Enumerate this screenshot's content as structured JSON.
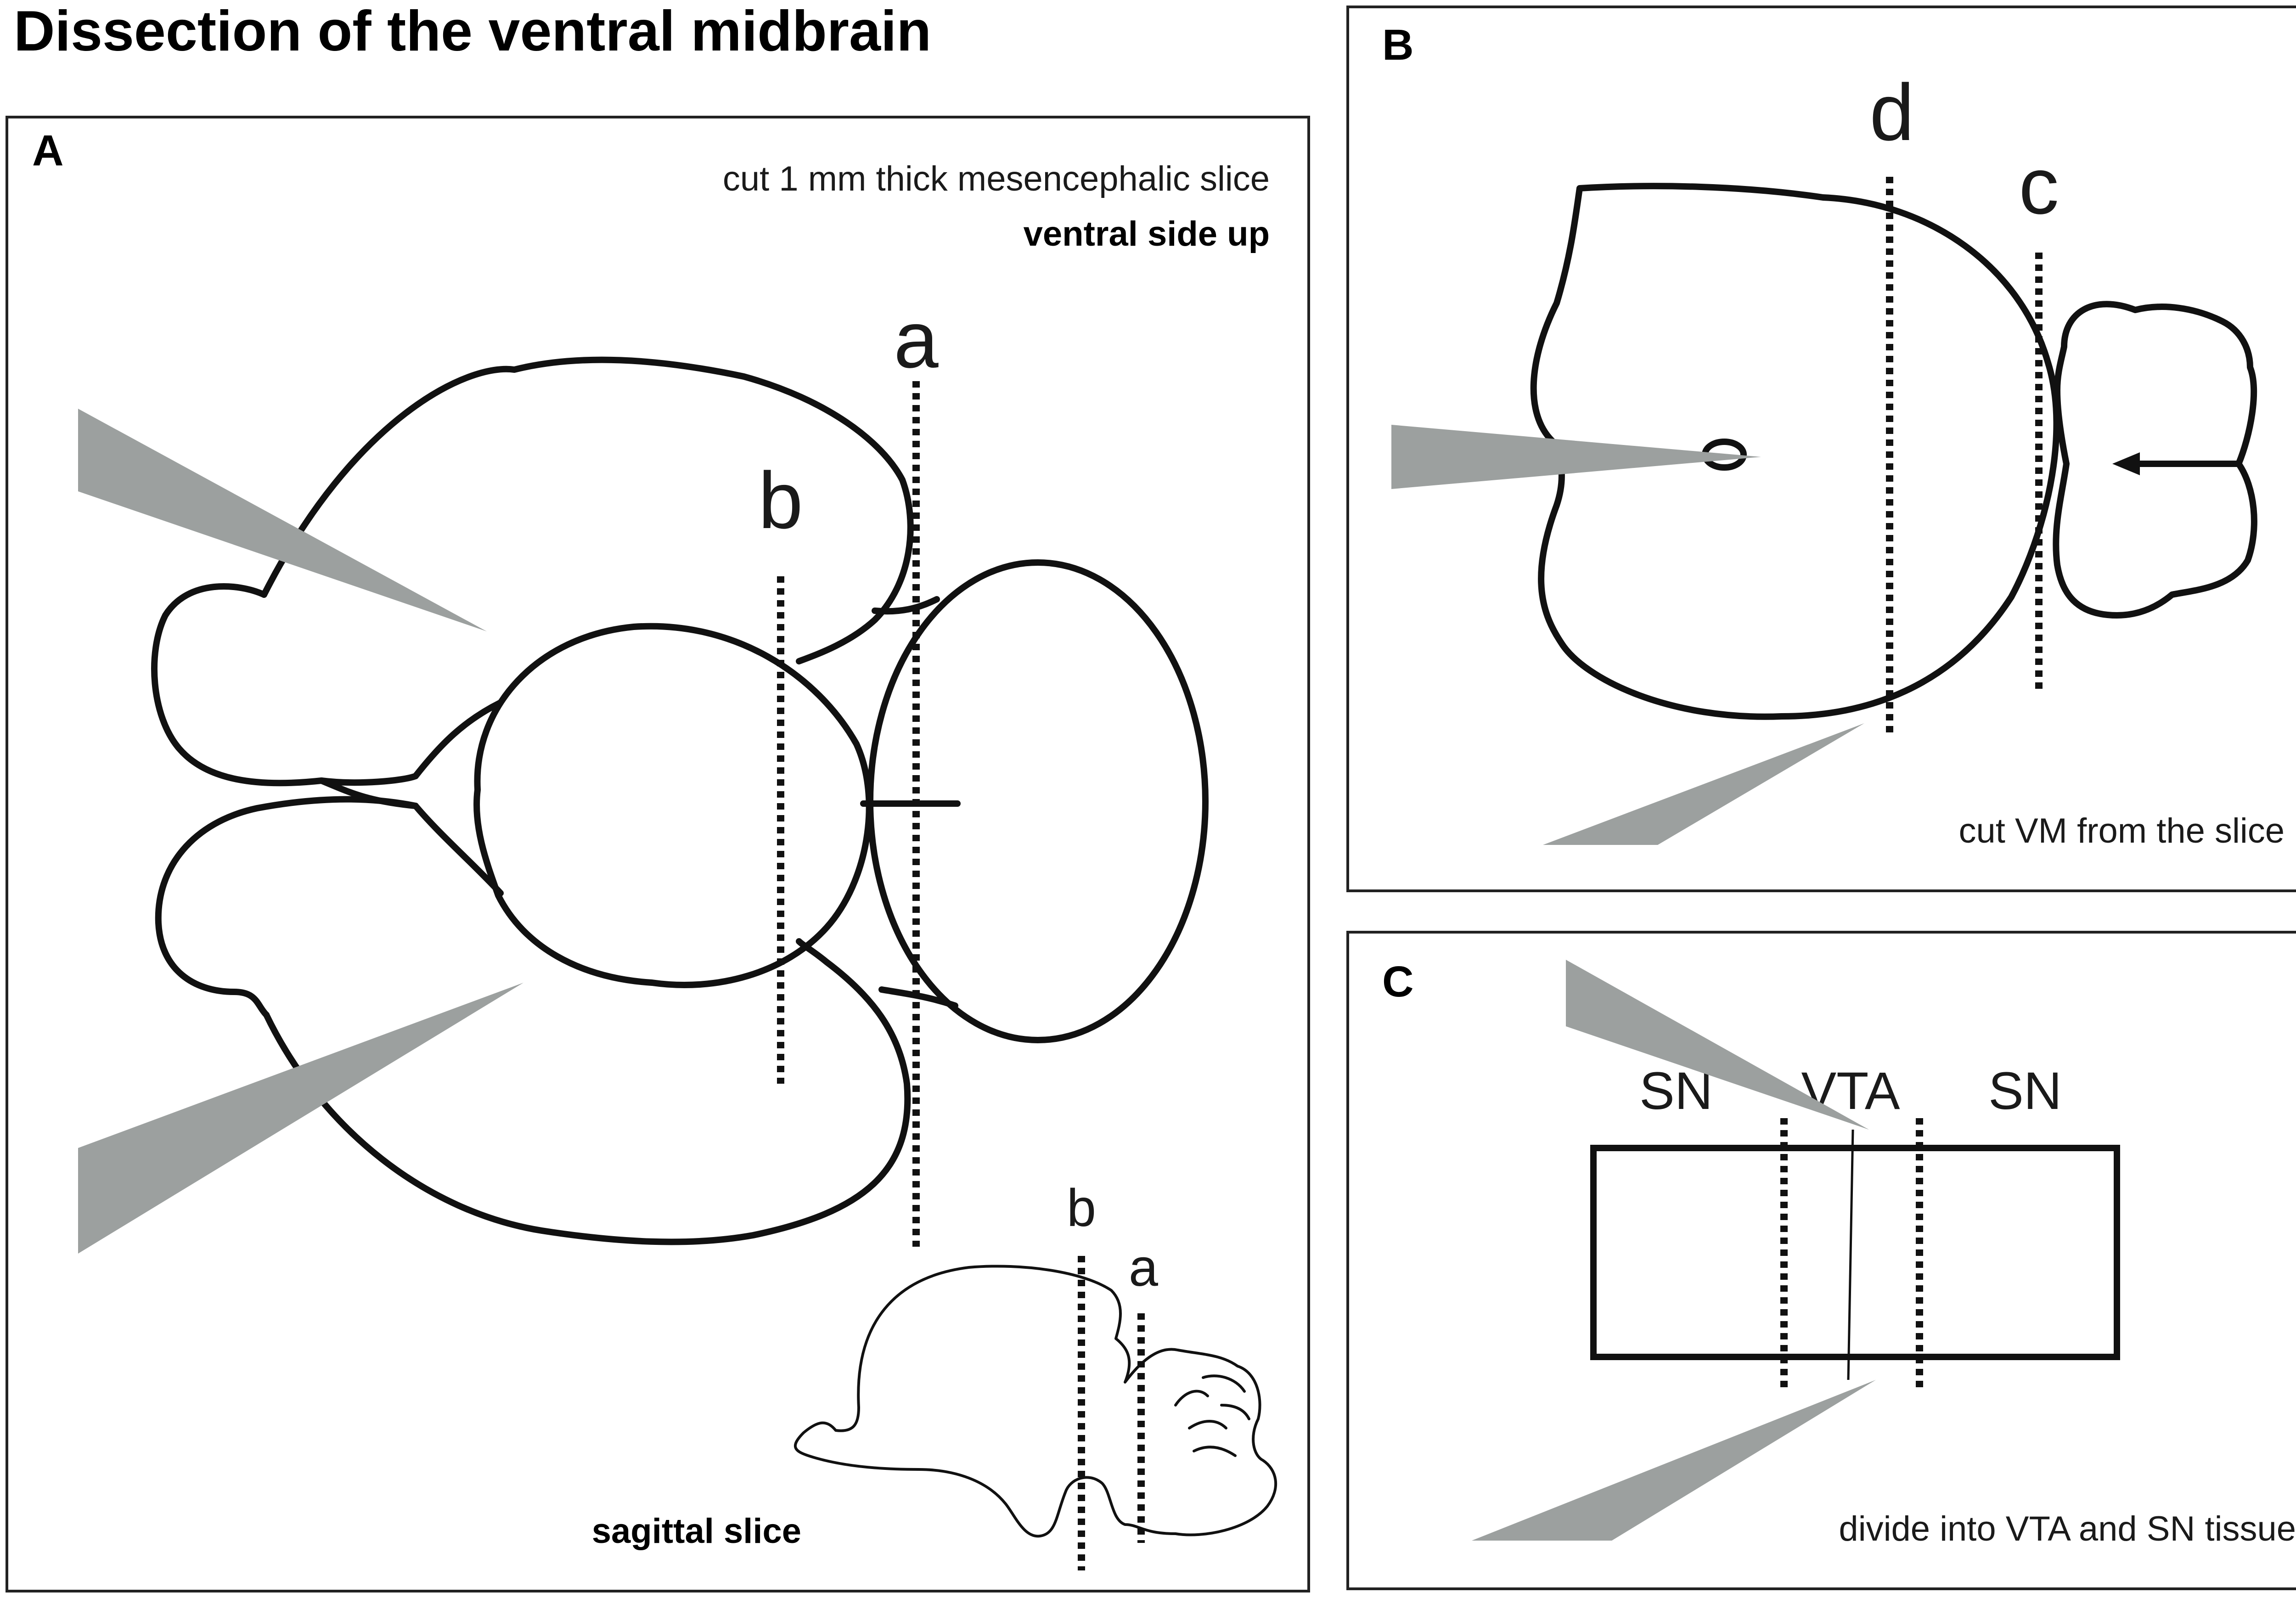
{
  "title": "Dissection of the ventral midbrain",
  "colors": {
    "blade": "#9ca09f",
    "line": "#111111"
  },
  "panels": {
    "A": {
      "letter": "A",
      "note_line1": "cut 1 mm thick mesencephalic slice",
      "note_line2": "ventral side up",
      "cut_a": "a",
      "cut_b": "b",
      "inset_label": "sagittal slice",
      "inset_cut_a": "a",
      "inset_cut_b": "b"
    },
    "B": {
      "letter": "B",
      "cut_c": "c",
      "cut_d": "d",
      "note": "cut VM from the slice"
    },
    "C": {
      "letter": "C",
      "region_left": "SN",
      "region_mid": "VTA",
      "region_right": "SN",
      "note": "divide into VTA and SN tissue"
    }
  }
}
